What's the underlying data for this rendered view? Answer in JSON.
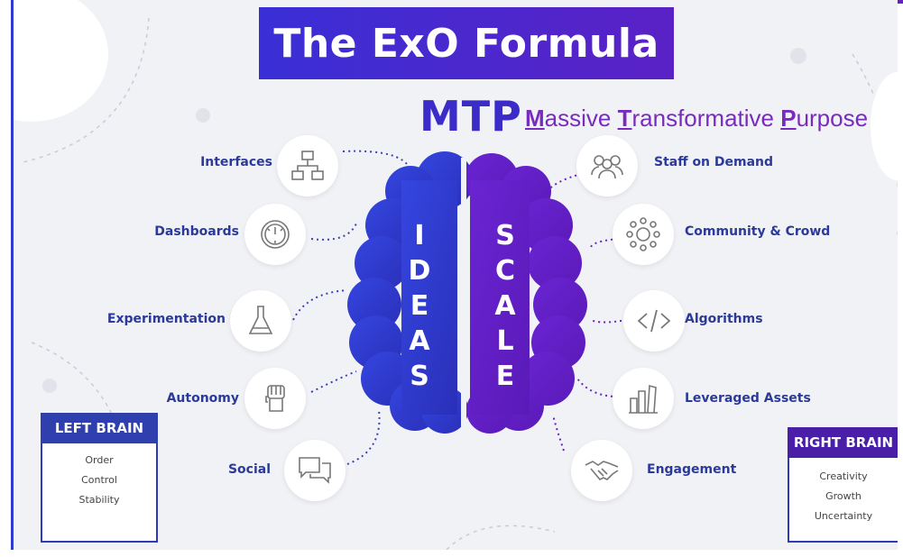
{
  "title": "The ExO Formula",
  "mtp": {
    "acronym": "MTP",
    "word1_initial": "M",
    "word1_rest": "assive ",
    "word2_initial": "T",
    "word2_rest": "ransformative ",
    "word3_initial": "P",
    "word3_rest": "urpose"
  },
  "brain": {
    "left_letters": [
      "I",
      "D",
      "E",
      "A",
      "S"
    ],
    "right_letters": [
      "S",
      "C",
      "A",
      "L",
      "E"
    ]
  },
  "ideas_items": [
    {
      "label": "Interfaces",
      "icon": "flowchart-icon"
    },
    {
      "label": "Dashboards",
      "icon": "gauge-icon"
    },
    {
      "label": "Experimentation",
      "icon": "flask-icon"
    },
    {
      "label": "Autonomy",
      "icon": "raised-fist-icon"
    },
    {
      "label": "Social",
      "icon": "chat-bubbles-icon"
    }
  ],
  "scale_items": [
    {
      "label": "Staff on Demand",
      "icon": "people-group-icon"
    },
    {
      "label": "Community & Crowd",
      "icon": "community-circle-icon"
    },
    {
      "label": "Algorithms",
      "icon": "code-brackets-icon"
    },
    {
      "label": "Leveraged Assets",
      "icon": "buildings-icon"
    },
    {
      "label": "Engagement",
      "icon": "handshake-icon"
    }
  ],
  "left_panel": {
    "title": "LEFT BRAIN",
    "items": [
      "Order",
      "Control",
      "Stability"
    ]
  },
  "right_panel": {
    "title": "RIGHT BRAIN",
    "items": [
      "Creativity",
      "Growth",
      "Uncertainty"
    ]
  },
  "colors": {
    "accent_blue": "#3a2fd6",
    "accent_purple": "#6a1fc0",
    "label_blue": "#2b3a9a",
    "mtp_purple": "#7a2bbf"
  }
}
